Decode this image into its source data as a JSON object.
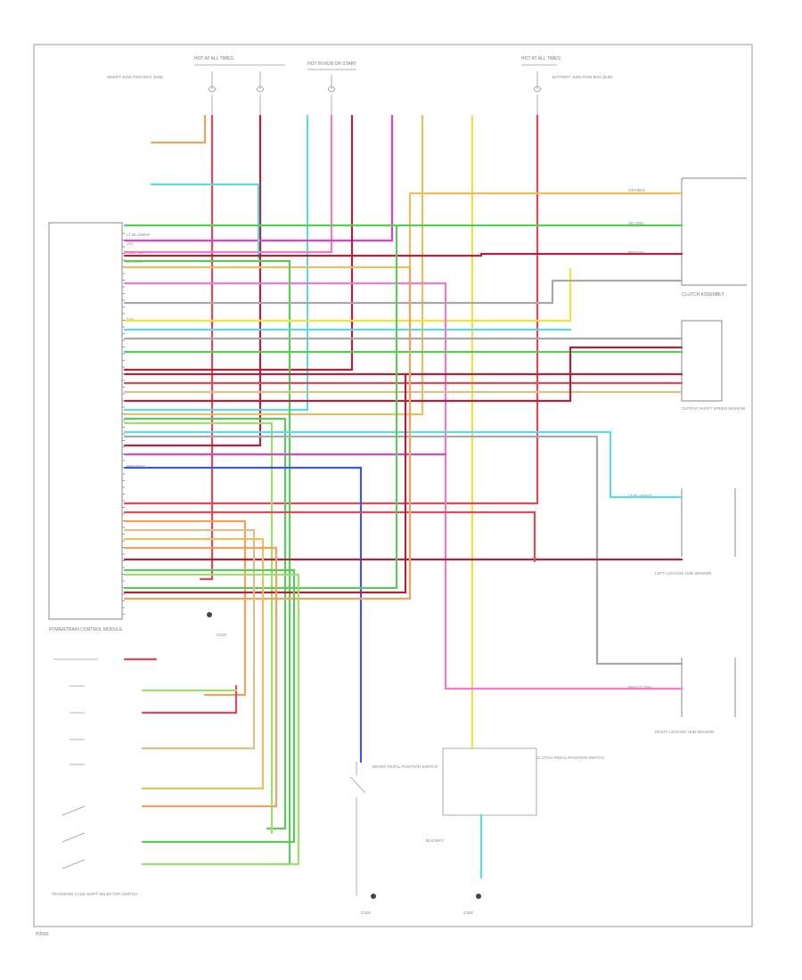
{
  "footer": {
    "code": "P0000"
  },
  "top_labels": {
    "hot_at_all_times_left": "HOT AT ALL TIMES",
    "hot_in_run_start": "HOT IN RUN OR START",
    "hot_at_all_times_right": "HOT AT ALL TIMES"
  },
  "fuse_labels": {
    "left": "SMART JUNCTION BOX (SJB)",
    "right": "BATTERY JUNCTION BOX (BJB)"
  },
  "components": {
    "module": "POWERTRAIN CONTROL MODULE",
    "clutch_assembly": "CLUTCH ASSEMBLY",
    "speed_sensor": "OUTPUT SHAFT SPEED SENSOR",
    "left_sensor": "LEFT LOCKING HUB SENSOR",
    "right_sensor": "RIGHT LOCKING HUB SENSOR",
    "switch_assembly": "TRANSFER CASE SHIFT SELECTOR SWITCH",
    "brake_switch": "BRAKE PEDAL POSITION SWITCH",
    "clutch_switch": "CLUTCH PEDAL POSITION SWITCH",
    "ground_left": "G100",
    "ground_mid": "G200",
    "ground_right": "G300"
  },
  "wire_labels": {
    "w1": "RED/YEL",
    "w2": "LT BLU/WHT",
    "w3": "DK GRN",
    "w4": "GRY/BLK",
    "w5": "YEL/RED",
    "w6": "PNK/LT GRN",
    "w7": "TAN",
    "w8": "BLK/WHT",
    "w9": "ORG/BLK",
    "w10": "VIO",
    "w11": "BRN/WHT",
    "w12": "BLK"
  },
  "colors": {
    "red": "#e8475a",
    "darkred": "#b0233a",
    "pink": "#f07ad2",
    "magenta": "#e040d0",
    "green": "#5ec85e",
    "lime": "#9ae06a",
    "yellow": "#f0e040",
    "gold": "#e8c060",
    "orange": "#f4a25a",
    "cyan": "#60d8e8",
    "blue": "#3a5ad8",
    "brown": "#a0603a",
    "gray": "#a8a8a8",
    "tan": "#d8c08a"
  }
}
